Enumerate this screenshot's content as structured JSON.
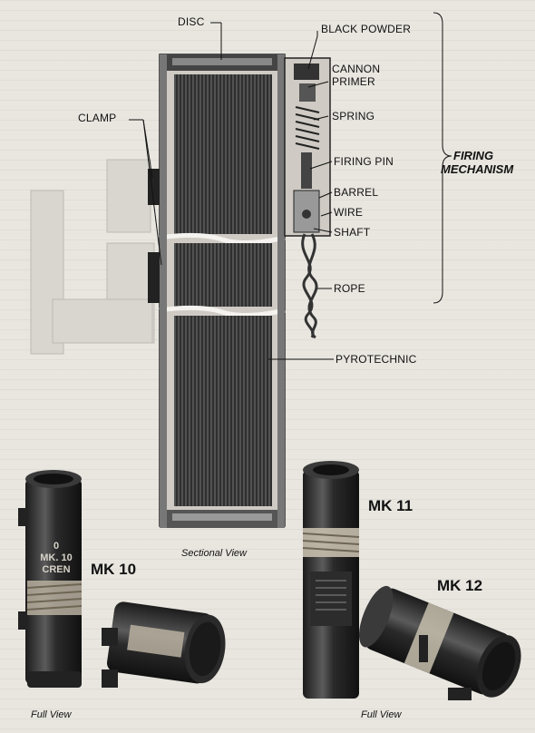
{
  "labels": {
    "disc": "DISC",
    "black_powder": "BLACK POWDER",
    "cannon_primer": [
      "CANNON",
      "PRIMER"
    ],
    "spring": "SPRING",
    "clamp": "CLAMP",
    "firing_pin": "FIRING PIN",
    "barrel": "BARREL",
    "wire": "WIRE",
    "shaft": "SHAFT",
    "rope": "ROPE",
    "pyrotechnic": "PYROTECHNIC",
    "firing_mechanism": [
      "FIRING",
      "MECHANISM"
    ]
  },
  "models": {
    "mk10": "MK 10",
    "mk11": "MK 11",
    "mk12": "MK 12"
  },
  "captions": {
    "sectional": "Sectional View",
    "full_left": "Full View",
    "full_right": "Full View"
  },
  "flare_markings": {
    "mk10": [
      "0",
      "MK. 10",
      "CREN"
    ]
  }
}
